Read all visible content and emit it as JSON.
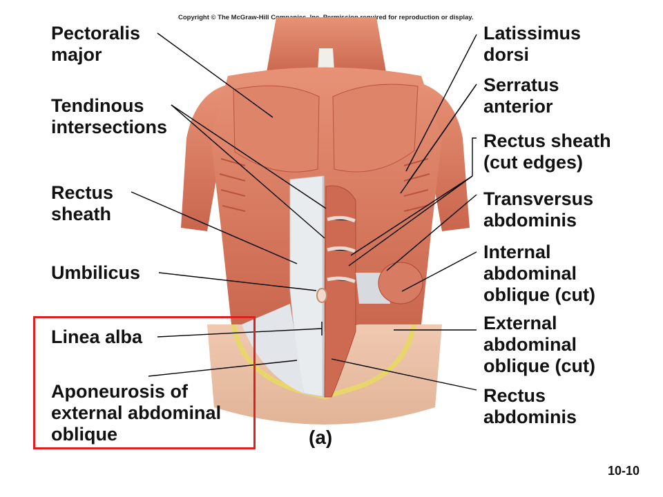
{
  "copyright": "Copyright © The McGraw-Hill Companies, Inc. Permission required for reproduction or display.",
  "panel_label": "(a)",
  "slide_number": "10-10",
  "colors": {
    "muscle": "#d9785f",
    "muscle_dark": "#b8533e",
    "aponeurosis": "#e9ecef",
    "skin": "#e9c0a6",
    "fat": "#e8d66a",
    "highlight_box": "#e02020",
    "leader_line": "#000000"
  },
  "labels_left": [
    {
      "id": "pectoralis-major",
      "lines": [
        "Pectoralis",
        "major"
      ]
    },
    {
      "id": "tendinous-intersections",
      "lines": [
        "Tendinous",
        "intersections"
      ]
    },
    {
      "id": "rectus-sheath",
      "lines": [
        "Rectus",
        "sheath"
      ]
    },
    {
      "id": "umbilicus",
      "lines": [
        "Umbilicus"
      ]
    },
    {
      "id": "linea-alba",
      "lines": [
        "Linea alba"
      ]
    },
    {
      "id": "aponeurosis-external-oblique",
      "lines": [
        "Aponeurosis of",
        "external abdominal",
        "oblique"
      ]
    }
  ],
  "labels_right": [
    {
      "id": "latissimus-dorsi",
      "lines": [
        "Latissimus",
        "dorsi"
      ]
    },
    {
      "id": "serratus-anterior",
      "lines": [
        "Serratus",
        "anterior"
      ]
    },
    {
      "id": "rectus-sheath-cut-edges",
      "lines": [
        "Rectus sheath",
        "(cut edges)"
      ]
    },
    {
      "id": "transversus-abdominis",
      "lines": [
        "Transversus",
        "abdominis"
      ]
    },
    {
      "id": "internal-abdominal-oblique",
      "lines": [
        "Internal",
        "abdominal",
        "oblique (cut)"
      ]
    },
    {
      "id": "external-abdominal-oblique",
      "lines": [
        "External",
        "abdominal",
        "oblique (cut)"
      ]
    },
    {
      "id": "rectus-abdominis",
      "lines": [
        "Rectus",
        "abdominis"
      ]
    }
  ]
}
